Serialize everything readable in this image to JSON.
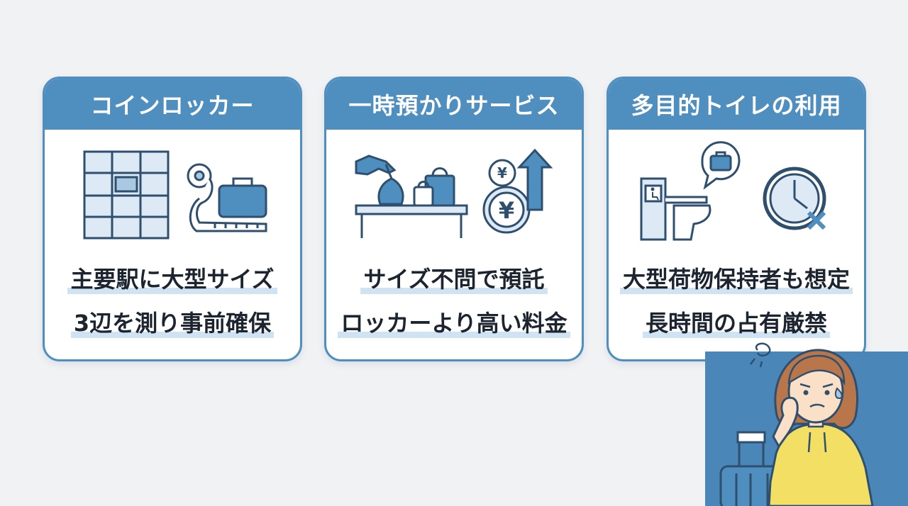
{
  "cards": [
    {
      "title": "コインロッカー",
      "lines": [
        "主要駅に大型サイズ",
        "3辺を測り事前確保"
      ],
      "icons": [
        "coin-locker-icon",
        "measuring-tape-icon",
        "suitcase-icon"
      ]
    },
    {
      "title": "一時預かりサービス",
      "lines": [
        "サイズ不問で預託",
        "ロッカーより高い料金"
      ],
      "icons": [
        "hand-giving-bag-icon",
        "shopping-bags-icon",
        "counter-icon",
        "yen-coins-up-icon"
      ],
      "coin_symbol": "¥"
    },
    {
      "title": "多目的トイレの利用",
      "lines": [
        "大型荷物保持者も想定",
        "長時間の占有厳禁"
      ],
      "icons": [
        "accessible-toilet-icon",
        "suitcase-speech-bubble-icon",
        "clock-prohibited-icon"
      ]
    }
  ],
  "colors": {
    "accent": "#4f8fbf",
    "dark_line": "#2f4f6f",
    "highlight": "#cfe3f3",
    "background": "#f1f2f4",
    "person_sweater": "#f2df63"
  }
}
